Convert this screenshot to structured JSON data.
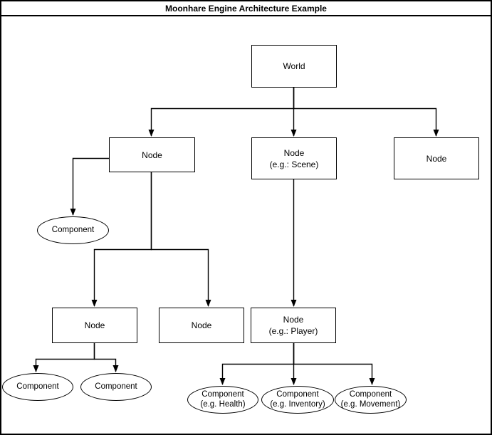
{
  "title": "Moonhare Engine Architecture Example",
  "colors": {
    "stroke": "#000000",
    "shape_fill": "#ffffff",
    "background": "#ffffff"
  },
  "nodes": {
    "world": {
      "label": "World"
    },
    "node_top_left": {
      "label": "Node"
    },
    "node_scene": {
      "line1": "Node",
      "line2": "(e.g.: Scene)"
    },
    "node_top_right": {
      "label": "Node"
    },
    "node_mid_left": {
      "label": "Node"
    },
    "node_mid_center": {
      "label": "Node"
    },
    "node_player": {
      "line1": "Node",
      "line2": "(e.g.: Player)"
    },
    "component_left": {
      "label": "Component"
    },
    "component_bottom_1": {
      "label": "Component"
    },
    "component_bottom_2": {
      "label": "Component"
    },
    "component_health": {
      "line1": "Component",
      "line2": "(e.g. Health)"
    },
    "component_inventory": {
      "line1": "Component",
      "line2": "(e.g. Inventory)"
    },
    "component_movement": {
      "line1": "Component",
      "line2": "(e.g. Movement)"
    }
  }
}
